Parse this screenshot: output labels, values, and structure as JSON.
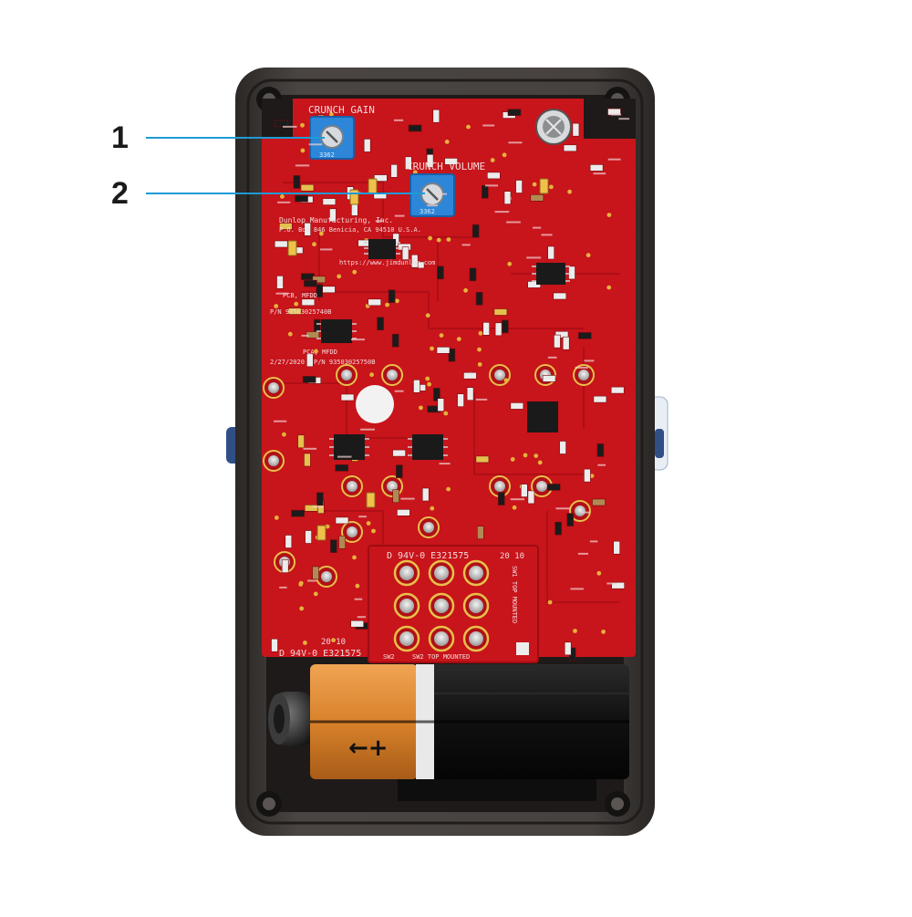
{
  "callouts": [
    {
      "number": "1",
      "target": "crunch-gain-trimpot"
    },
    {
      "number": "2",
      "target": "crunch-volume-trimpot"
    }
  ],
  "pcb": {
    "labels": {
      "crunch_gain": "CRUNCH GAIN",
      "crunch_volume": "CRUNCH VOLUME",
      "maker_line1": "Dunlop Manufacturing, Inc.",
      "maker_line2": "P.O. Box 846  Benicia, CA  94510  U.S.A.",
      "website": "https://www.jimdunlop.com",
      "pcb_mfdd": "PCB, MFDD",
      "pn_top": "P/N 93503025740B",
      "pca_mfdd": "PCA, MFDD",
      "date": "2/27/2020",
      "pn_bottom": "P/N 93503025750B",
      "ul_rating_left": "D 94V-0  E321575",
      "ul_rating_daughter": "D 94V-0  E321575",
      "daughter_year": "20 10",
      "left_year": "20 10",
      "sw2_top": "SW2  TOP MOUNTED",
      "sw2_side": "SW1  TOP MOUNTED",
      "sw2_label": "SW2",
      "trim_code": "3362"
    }
  },
  "battery": {
    "polarity": "←+"
  },
  "colors": {
    "pcb_red": "#c8141b",
    "enclosure": "#3a3634",
    "trimpot_blue": "#2d86d8",
    "battery_orange": "#d9822b",
    "callout_line": "#1e9ad6"
  }
}
